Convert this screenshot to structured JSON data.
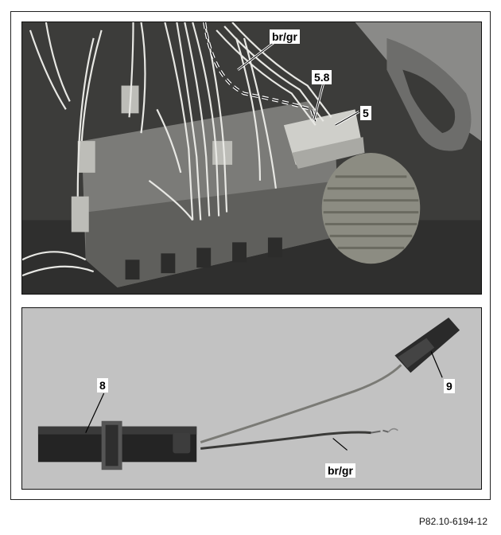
{
  "figure": {
    "top_callouts": {
      "wire": "br/gr",
      "pin": "5.8",
      "connector": "5"
    },
    "bottom_callouts": {
      "left_connector": "8",
      "right_connector": "9",
      "wire": "br/gr"
    },
    "reference": "P82.10-6194-12"
  }
}
